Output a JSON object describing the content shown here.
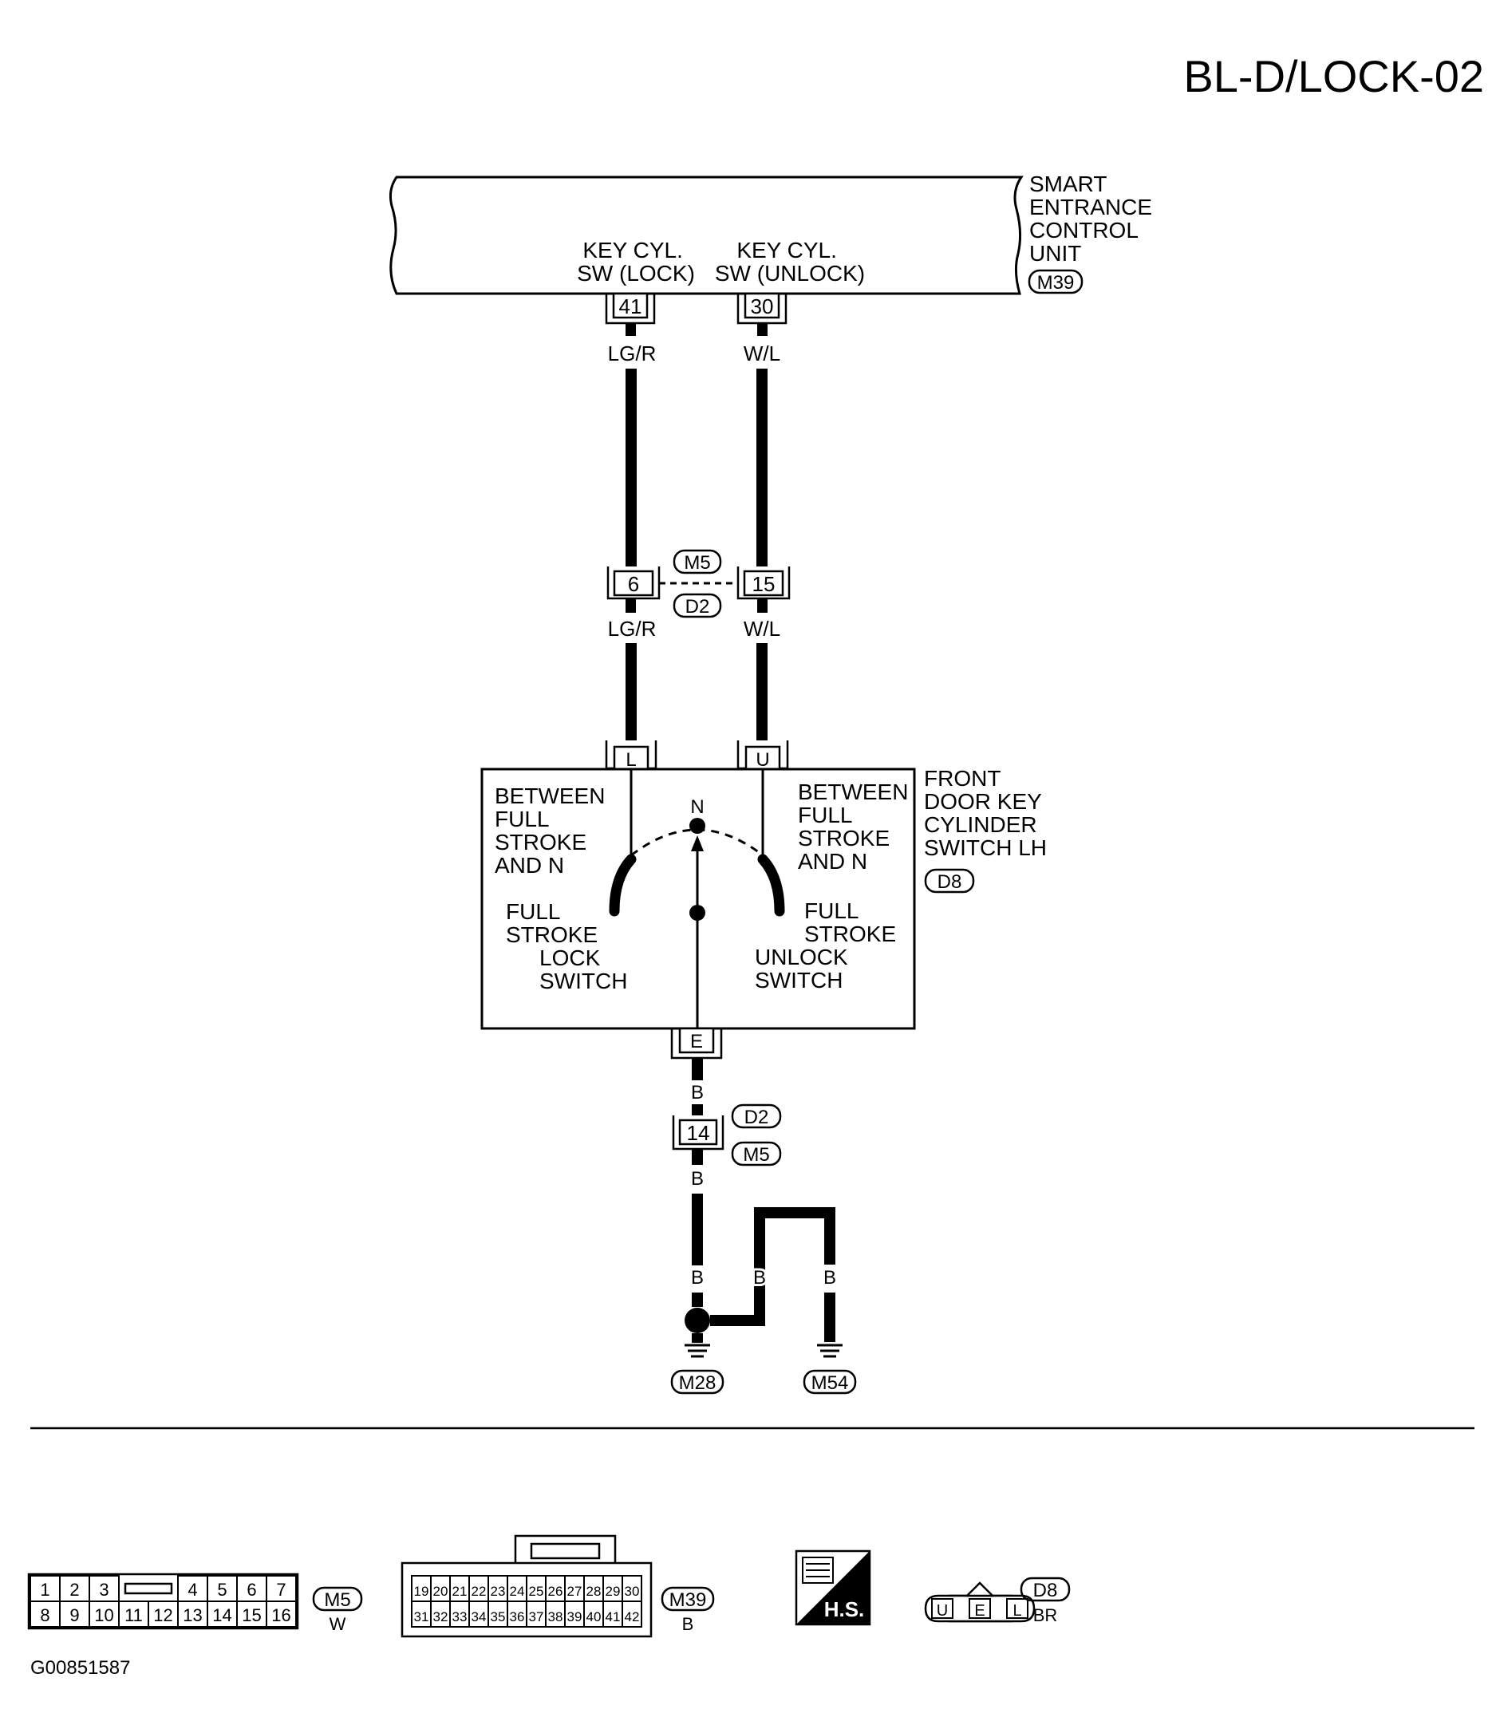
{
  "page_title": "BL-D/LOCK-02",
  "figure_id": "G00851587",
  "colors": {
    "ink": "#000000",
    "paper": "#ffffff"
  },
  "control_unit": {
    "name_lines": [
      "SMART",
      "ENTRANCE",
      "CONTROL",
      "UNIT"
    ],
    "connector": "M39",
    "pins": [
      {
        "num": "41",
        "label_lines": [
          "KEY CYL.",
          "SW (LOCK)"
        ],
        "wire": "LG/R"
      },
      {
        "num": "30",
        "label_lines": [
          "KEY CYL.",
          "SW (UNLOCK)"
        ],
        "wire": "W/L"
      }
    ]
  },
  "junction": {
    "connector_top": "M5",
    "connector_bottom": "D2",
    "pins": [
      {
        "num": "6",
        "wire": "LG/R"
      },
      {
        "num": "15",
        "wire": "W/L"
      }
    ]
  },
  "switch": {
    "name_lines": [
      "FRONT",
      "DOOR KEY",
      "CYLINDER",
      "SWITCH LH"
    ],
    "connector": "D8",
    "terminals": [
      "L",
      "U",
      "E"
    ],
    "neutral_label": "N",
    "left_text_lines": [
      "BETWEEN",
      "FULL",
      "STROKE",
      "AND N"
    ],
    "right_text_lines": [
      "BETWEEN",
      "FULL",
      "STROKE",
      "AND N"
    ],
    "lock_lines": [
      "FULL",
      "STROKE",
      "LOCK",
      "SWITCH"
    ],
    "unlock_lines": [
      "FULL",
      "STROKE",
      "UNLOCK",
      "SWITCH"
    ]
  },
  "ground_path": {
    "terminal_wire": "B",
    "junction_pin": "14",
    "junction_top": "D2",
    "junction_bottom": "M5",
    "wire_after": "B",
    "branch_wires": [
      "B",
      "B",
      "B"
    ],
    "grounds": [
      "M28",
      "M54"
    ]
  },
  "connectors_legend": {
    "m5": {
      "top_pins": [
        "1",
        "2",
        "3",
        "4",
        "5",
        "6",
        "7"
      ],
      "bottom_pins": [
        "8",
        "9",
        "10",
        "11",
        "12",
        "13",
        "14",
        "15",
        "16"
      ],
      "name": "M5",
      "color": "W"
    },
    "m39": {
      "top_pins": [
        "19",
        "20",
        "21",
        "22",
        "23",
        "24",
        "25",
        "26",
        "27",
        "28",
        "29",
        "30"
      ],
      "bottom_pins": [
        "31",
        "32",
        "33",
        "34",
        "35",
        "36",
        "37",
        "38",
        "39",
        "40",
        "41",
        "42"
      ],
      "name": "M39",
      "color": "B"
    },
    "hs_badge": "H.S.",
    "d8": {
      "pins": [
        "U",
        "E",
        "L"
      ],
      "name": "D8",
      "color": "BR"
    }
  }
}
